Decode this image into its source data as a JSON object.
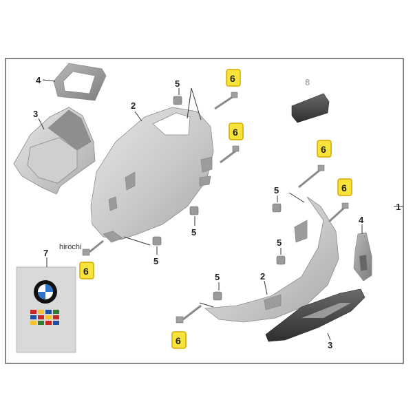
{
  "watermark": "hirochi",
  "callouts": {
    "c4_top_left": "4",
    "c3_left": "3",
    "c2_center": "2",
    "c5_top": "5",
    "c6_top": "6",
    "c8_top_right": "8",
    "c6_mid": "6",
    "c5_mid": "5",
    "c6_left": "6",
    "c5_left": "5",
    "c7_manual": "7",
    "c6_right_a": "6",
    "c6_right_b": "6",
    "c5_right": "5",
    "c1_frame": "1",
    "c4_right": "4",
    "c5_right_low": "5",
    "c2_right": "2",
    "c5_bottom": "5",
    "c6_bottom": "6",
    "c3_bottom": "3"
  },
  "colors": {
    "highlight_fill": "#f7e33a",
    "highlight_border": "#d4a900",
    "part_light": "#d8d8d8",
    "part_mid": "#b5b5b5",
    "part_dark": "#8c8c8c",
    "frame": "#333333"
  }
}
